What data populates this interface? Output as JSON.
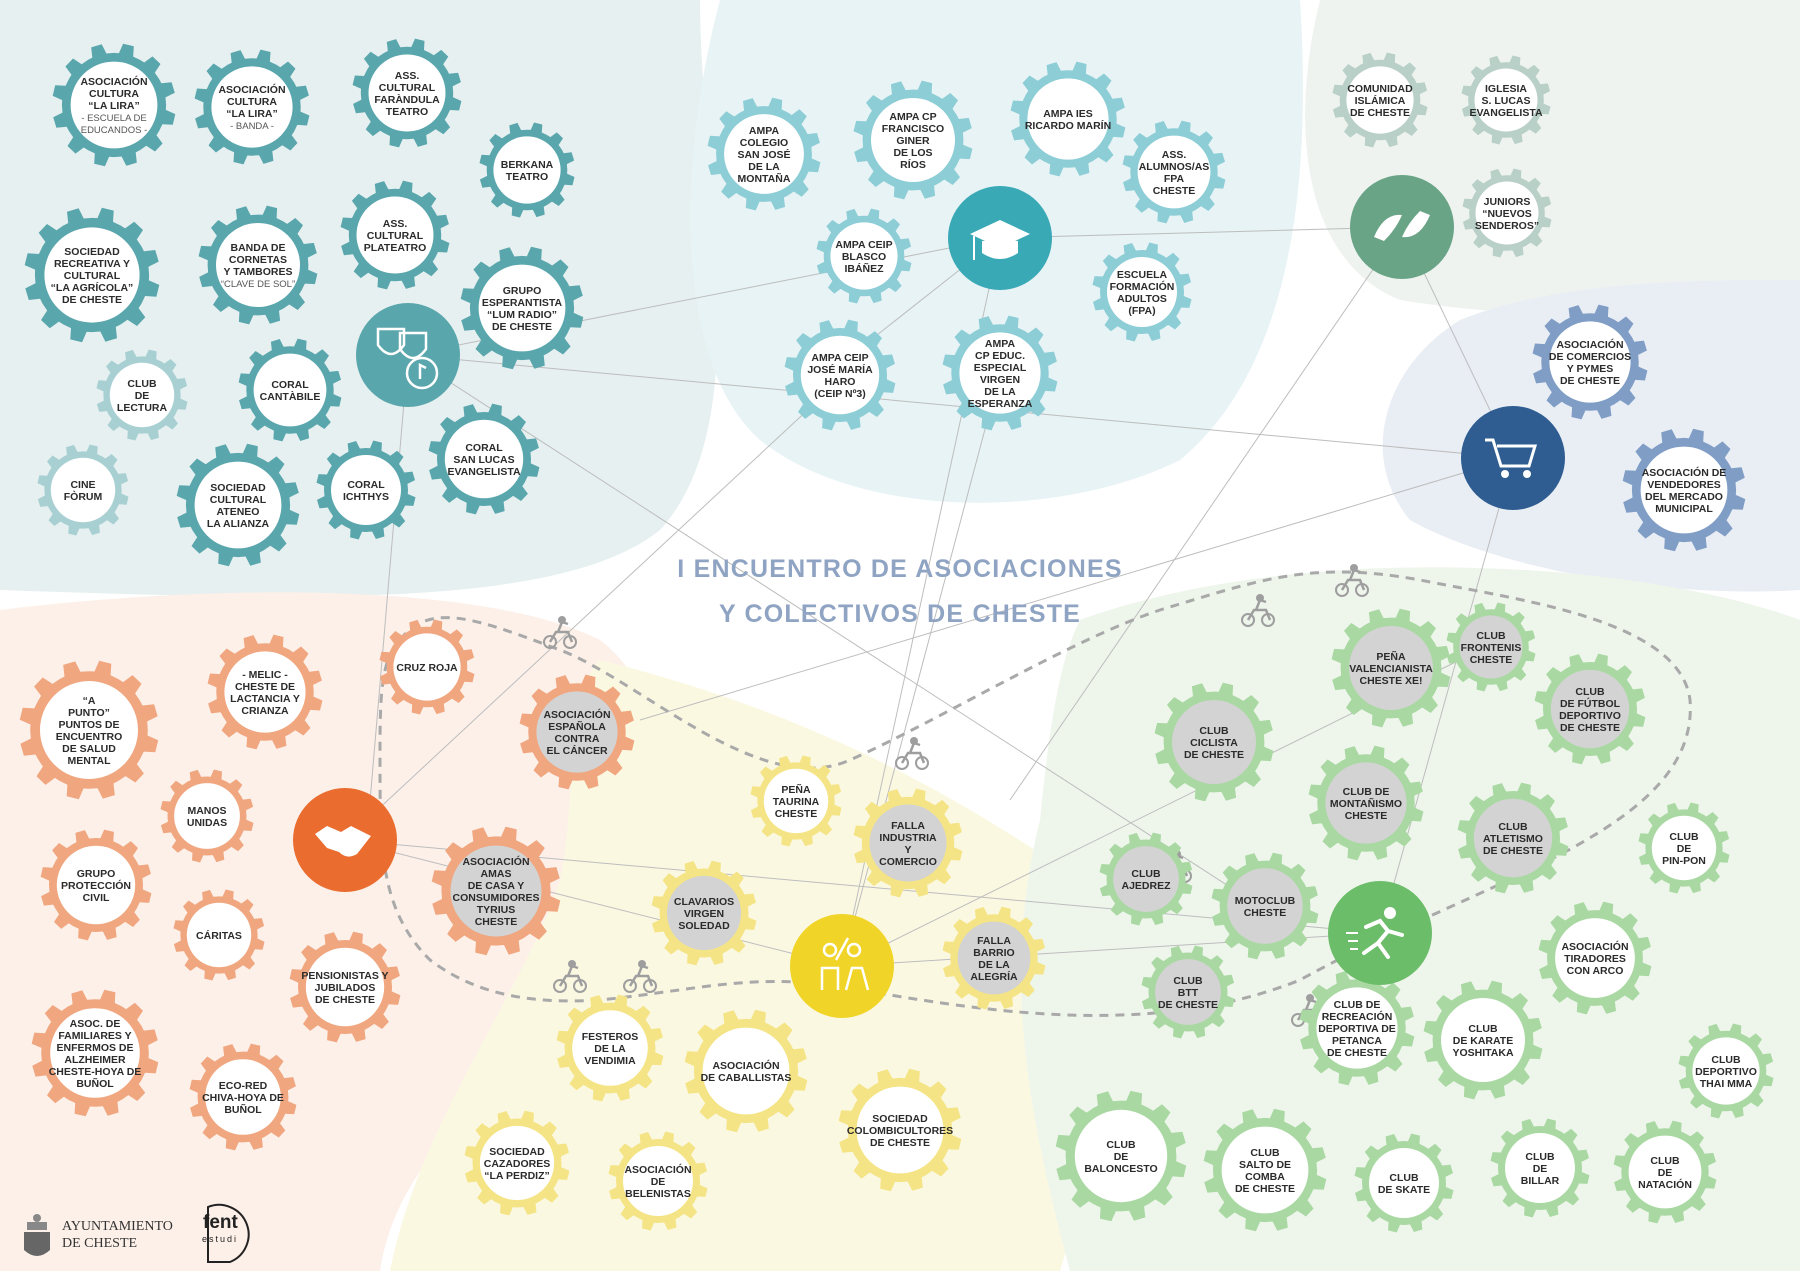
{
  "title": {
    "line1": "I ENCUENTRO DE ASOCIACIONES",
    "line2": "Y COLECTIVOS DE CHESTE"
  },
  "footer": {
    "council_line1": "AYUNTAMIENTO",
    "council_line2": "DE CHESTE",
    "studio_name": "fent",
    "studio_sub": "estudi"
  },
  "colors": {
    "culture": "#5aa6ad",
    "culture_light": "#a8d0d3",
    "culture_bg": "#e6f0f0",
    "education": "#8ccdd6",
    "education_bg": "#e7f3f5",
    "religion": "#b8d0c7",
    "religion_hub": "#6aa486",
    "religion_bg": "#eef3f0",
    "commerce": "#7f9dc5",
    "commerce_hub": "#2f5d92",
    "commerce_bg": "#e9edf4",
    "social": "#f0a67f",
    "social_hub": "#ea6c2f",
    "social_bg": "#fcf0e9",
    "festive": "#f4e485",
    "festive_hub": "#f1d428",
    "festive_bg": "#fbf8e2",
    "sport": "#a9d8a2",
    "sport_hub": "#6cbd6a",
    "sport_bg": "#eef6ec",
    "grey_core": "#d3d3d3"
  },
  "icons": {
    "culture_hub": "theatre-masks-music-icon",
    "education_hub": "graduation-cap-icon",
    "religion_hub": "helping-hands-icon",
    "commerce_hub": "shopping-cart-icon",
    "social_hub": "handshake-icon",
    "festive_hub": "celebrating-people-icon",
    "sport_hub": "running-person-icon",
    "route": "motorcycle-icon"
  },
  "groups": {
    "culture": [
      {
        "lines": [
          "ASOCIACIÓN",
          "CULTURA",
          "“LA LIRA”"
        ],
        "sub": [
          "- ESCUELA DE",
          "EDUCANDOS -"
        ]
      },
      {
        "lines": [
          "ASOCIACIÓN",
          "CULTURA",
          "“LA LIRA”"
        ],
        "sub": [
          "- BANDA -"
        ]
      },
      {
        "lines": [
          "ASS.",
          "CULTURAL",
          "FARÀNDULA",
          "TEATRO"
        ]
      },
      {
        "lines": [
          "BERKANA",
          "TEATRO"
        ]
      },
      {
        "lines": [
          "ASS.",
          "CULTURAL",
          "PLATEATRO"
        ]
      },
      {
        "lines": [
          "SOCIEDAD",
          "RECREATIVA Y",
          "CULTURAL",
          "“LA AGRÍCOLA”",
          "DE CHESTE"
        ]
      },
      {
        "lines": [
          "BANDA DE",
          "CORNETAS",
          "Y TAMBORES"
        ],
        "sub": [
          "“CLAVE DE SOL”"
        ]
      },
      {
        "lines": [
          "GRUPO",
          "ESPERANTISTA",
          "“LUM RADIO”",
          "DE CHESTE"
        ]
      },
      {
        "lines": [
          "CORAL",
          "CANTÀBILE"
        ]
      },
      {
        "lines": [
          "CLUB",
          "DE",
          "LECTURA"
        ]
      },
      {
        "lines": [
          "CINE",
          "FÒRUM"
        ]
      },
      {
        "lines": [
          "SOCIEDAD",
          "CULTURAL",
          "ATENEO",
          "LA ALIANZA"
        ]
      },
      {
        "lines": [
          "CORAL",
          "ICHTHYS"
        ]
      },
      {
        "lines": [
          "CORAL",
          "SAN LUCAS",
          "EVANGELISTA"
        ]
      }
    ],
    "education": [
      {
        "lines": [
          "AMPA",
          "COLEGIO",
          "SAN JOSÉ",
          "DE LA",
          "MONTAÑA"
        ]
      },
      {
        "lines": [
          "AMPA CP",
          "FRANCISCO",
          "GINER",
          "DE LOS",
          "RÍOS"
        ]
      },
      {
        "lines": [
          "AMPA IES",
          "RICARDO MARÍN"
        ]
      },
      {
        "lines": [
          "ASS.",
          "ALUMNOS/AS",
          "FPA",
          "CHESTE"
        ]
      },
      {
        "lines": [
          "AMPA CEIP",
          "BLASCO",
          "IBÁÑEZ"
        ]
      },
      {
        "lines": [
          "ESCUELA",
          "FORMACIÓN",
          "ADULTOS",
          "(FPA)"
        ]
      },
      {
        "lines": [
          "AMPA CEIP",
          "JOSÉ MARÍA",
          "HARO",
          "(CEIP Nº3)"
        ]
      },
      {
        "lines": [
          "AMPA",
          "CP EDUC.",
          "ESPECIAL",
          "VIRGEN",
          "DE LA",
          "ESPERANZA"
        ]
      }
    ],
    "religion": [
      {
        "lines": [
          "COMUNIDAD",
          "ISLÁMICA",
          "DE CHESTE"
        ]
      },
      {
        "lines": [
          "IGLESIA",
          "S. LUCAS",
          "EVANGELISTA"
        ]
      },
      {
        "lines": [
          "JUNIORS",
          "“NUEVOS",
          "SENDEROS”"
        ]
      }
    ],
    "commerce": [
      {
        "lines": [
          "ASOCIACIÓN",
          "DE COMERCIOS",
          "Y PYMES",
          "DE CHESTE"
        ]
      },
      {
        "lines": [
          "ASOCIACIÓN DE",
          "VENDEDORES",
          "DEL MERCADO",
          "MUNICIPAL"
        ]
      }
    ],
    "social": [
      {
        "lines": [
          "“A",
          "PUNTO”",
          "PUNTOS DE",
          "ENCUENTRO",
          "DE SALUD",
          "MENTAL"
        ]
      },
      {
        "lines": [
          "- MELIC -",
          "CHESTE DE",
          "LACTANCIA Y",
          "CRIANZA"
        ]
      },
      {
        "lines": [
          "CRUZ ROJA"
        ]
      },
      {
        "lines": [
          "ASOCIACIÓN",
          "ESPAÑOLA",
          "CONTRA",
          "EL CÁNCER"
        ]
      },
      {
        "lines": [
          "MANOS",
          "UNIDAS"
        ]
      },
      {
        "lines": [
          "GRUPO",
          "PROTECCIÓN",
          "CIVIL"
        ]
      },
      {
        "lines": [
          "ASOCIACIÓN",
          "AMAS",
          "DE CASA Y",
          "CONSUMIDORES",
          "TYRIUS",
          "CHESTE"
        ]
      },
      {
        "lines": [
          "CÁRITAS"
        ]
      },
      {
        "lines": [
          "PENSIONISTAS Y",
          "JUBILADOS",
          "DE CHESTE"
        ]
      },
      {
        "lines": [
          "ASOC. DE",
          "FAMILIARES Y",
          "ENFERMOS DE",
          "ALZHEIMER",
          "CHESTE-HOYA DE",
          "BUÑOL"
        ]
      },
      {
        "lines": [
          "ECO-RED",
          "CHIVA-HOYA DE",
          "BUÑOL"
        ]
      }
    ],
    "festive": [
      {
        "lines": [
          "PEÑA",
          "TAURINA",
          "CHESTE"
        ]
      },
      {
        "lines": [
          "FALLA",
          "INDUSTRIA",
          "Y",
          "COMERCIO"
        ]
      },
      {
        "lines": [
          "CLAVARIOS",
          "VIRGEN",
          "SOLEDAD"
        ]
      },
      {
        "lines": [
          "FALLA",
          "BARRIO",
          "DE LA",
          "ALEGRÍA"
        ]
      },
      {
        "lines": [
          "FESTEROS",
          "DE LA",
          "VENDIMIA"
        ]
      },
      {
        "lines": [
          "ASOCIACIÓN",
          "DE CABALLISTAS"
        ]
      },
      {
        "lines": [
          "SOCIEDAD",
          "COLOMBICULTORES",
          "DE CHESTE"
        ]
      },
      {
        "lines": [
          "SOCIEDAD",
          "CAZADORES",
          "“LA PERDIZ”"
        ]
      },
      {
        "lines": [
          "ASOCIACIÓN",
          "DE",
          "BELENISTAS"
        ]
      }
    ],
    "sport": [
      {
        "lines": [
          "PEÑA",
          "VALENCIANISTA",
          "CHESTE XE!"
        ]
      },
      {
        "lines": [
          "CLUB",
          "FRONTENIS",
          "CHESTE"
        ]
      },
      {
        "lines": [
          "CLUB",
          "DE FÚTBOL",
          "DEPORTIVO",
          "DE CHESTE"
        ]
      },
      {
        "lines": [
          "CLUB",
          "CICLISTA",
          "DE CHESTE"
        ]
      },
      {
        "lines": [
          "CLUB DE",
          "MONTAÑISMO",
          "CHESTE"
        ]
      },
      {
        "lines": [
          "CLUB",
          "ATLETISMO",
          "DE CHESTE"
        ]
      },
      {
        "lines": [
          "CLUB",
          "DE",
          "PIN-PON"
        ]
      },
      {
        "lines": [
          "CLUB",
          "AJEDREZ"
        ]
      },
      {
        "lines": [
          "MOTOCLUB",
          "CHESTE"
        ]
      },
      {
        "lines": [
          "CLUB",
          "BTT",
          "DE CHESTE"
        ]
      },
      {
        "lines": [
          "ASOCIACIÓN",
          "TIRADORES",
          "CON ARCO"
        ]
      },
      {
        "lines": [
          "CLUB",
          "DEPORTIVO",
          "THAI MMA"
        ]
      },
      {
        "lines": [
          "CLUB DE",
          "RECREACIÓN",
          "DEPORTIVA DE",
          "PETANCA",
          "DE CHESTE"
        ]
      },
      {
        "lines": [
          "CLUB",
          "DE KARATE",
          "YOSHITAKA"
        ]
      },
      {
        "lines": [
          "CLUB",
          "DE",
          "BALONCESTO"
        ]
      },
      {
        "lines": [
          "CLUB",
          "SALTO DE",
          "COMBA",
          "DE CHESTE"
        ]
      },
      {
        "lines": [
          "CLUB",
          "DE SKATE"
        ]
      },
      {
        "lines": [
          "CLUB",
          "DE",
          "BILLAR"
        ]
      },
      {
        "lines": [
          "CLUB",
          "DE",
          "NATACIÓN"
        ]
      }
    ]
  }
}
